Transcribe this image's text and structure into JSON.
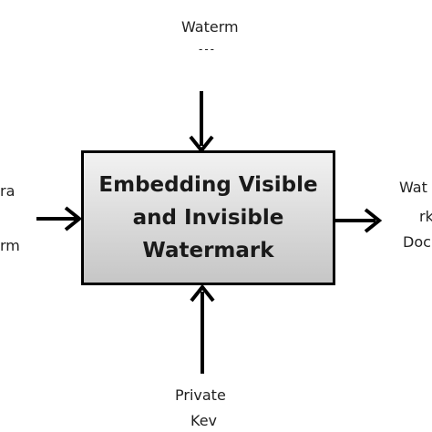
{
  "diagram": {
    "process": {
      "lines": [
        "Embedding Visible",
        "and Invisible",
        "Watermark"
      ]
    },
    "inputs": {
      "top": {
        "line1": "Waterm",
        "line2": "---"
      },
      "left": {
        "line1": "ra",
        "line2": "rm"
      },
      "bottom": {
        "line1": "Private",
        "line2": "Kev"
      }
    },
    "output": {
      "line1": "Wat",
      "line2": "rk",
      "line3": "Doc"
    },
    "colors": {
      "box_border": "#000000",
      "box_fill_top": "#f2f2f2",
      "box_fill_bottom": "#c6c6c6",
      "arrow": "#000000",
      "text": "#222222"
    }
  }
}
